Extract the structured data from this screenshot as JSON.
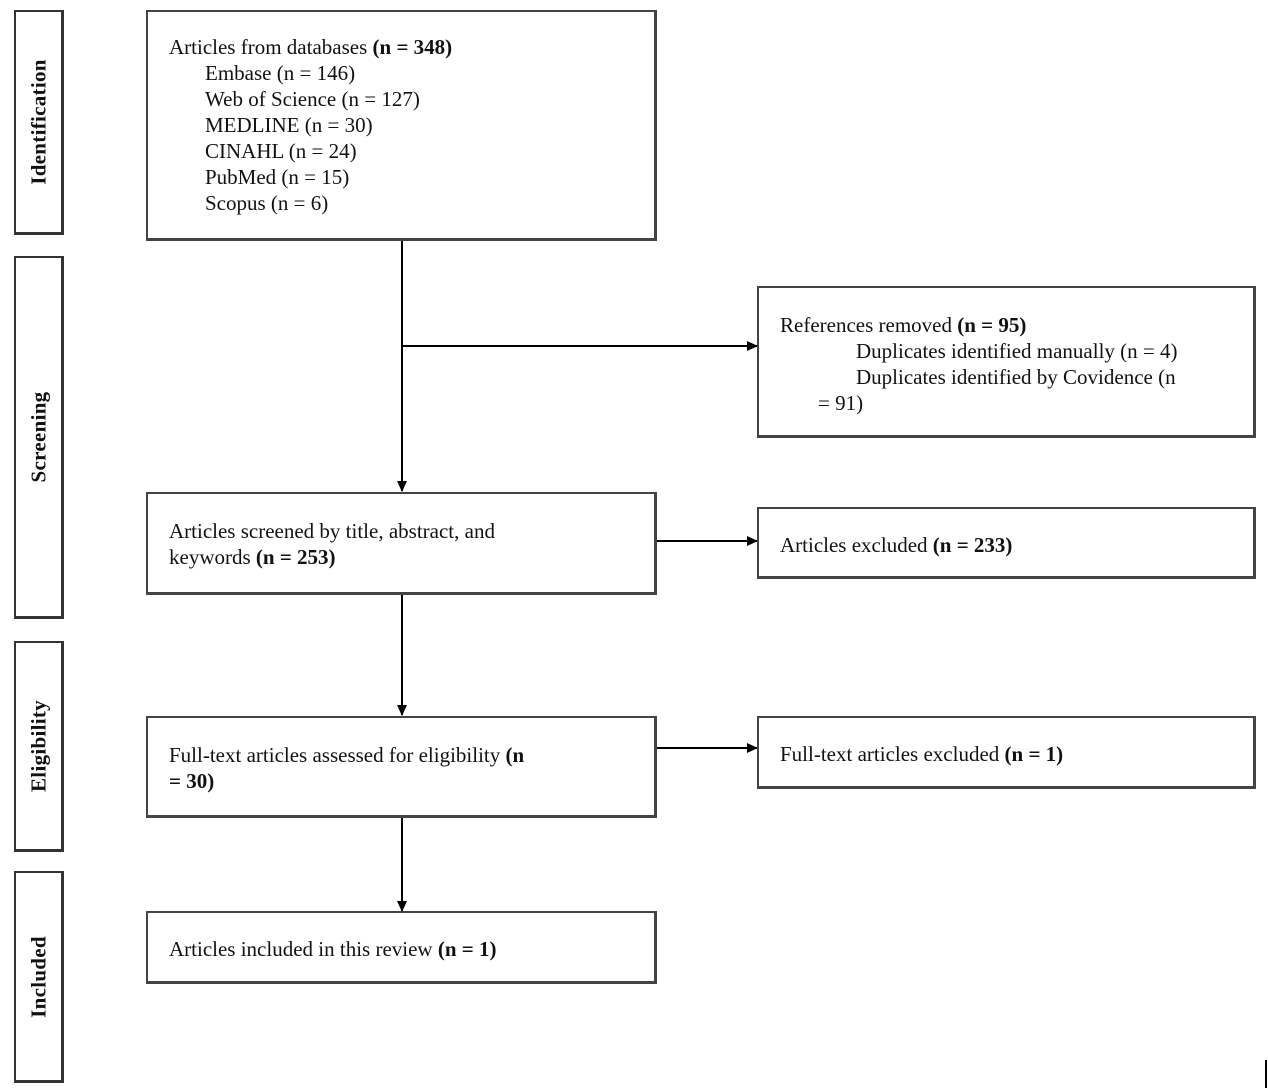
{
  "stages": [
    {
      "label": "Identification"
    },
    {
      "label": "Screening"
    },
    {
      "label": "Eligibility"
    },
    {
      "label": "Included"
    }
  ],
  "identification": {
    "title": "Articles from databases",
    "count": "(n = 348)",
    "sources": [
      "Embase (n = 146)",
      "Web of Science (n = 127)",
      "MEDLINE (n = 30)",
      "CINAHL (n = 24)",
      "PubMed (n = 15)",
      "Scopus (n = 6)"
    ]
  },
  "removed": {
    "title": "References removed",
    "count": "(n = 95)",
    "line1": "Duplicates identified manually (n = 4)",
    "line2": "Duplicates identified by Covidence (n",
    "line3": "= 91)"
  },
  "screened": {
    "line1": "Articles screened by title, abstract, and",
    "line2": "keywords",
    "count": "(n = 253)"
  },
  "excluded": {
    "title": "Articles excluded",
    "count": "(n = 233)"
  },
  "eligibility": {
    "line1": "Full-text articles assessed for eligibility",
    "count_a": "(n",
    "count_b": "= 30)"
  },
  "fulltext_excluded": {
    "title": "Full-text articles excluded",
    "count": "(n = 1)"
  },
  "included": {
    "title": "Articles included in this review",
    "count": "(n = 1)"
  }
}
